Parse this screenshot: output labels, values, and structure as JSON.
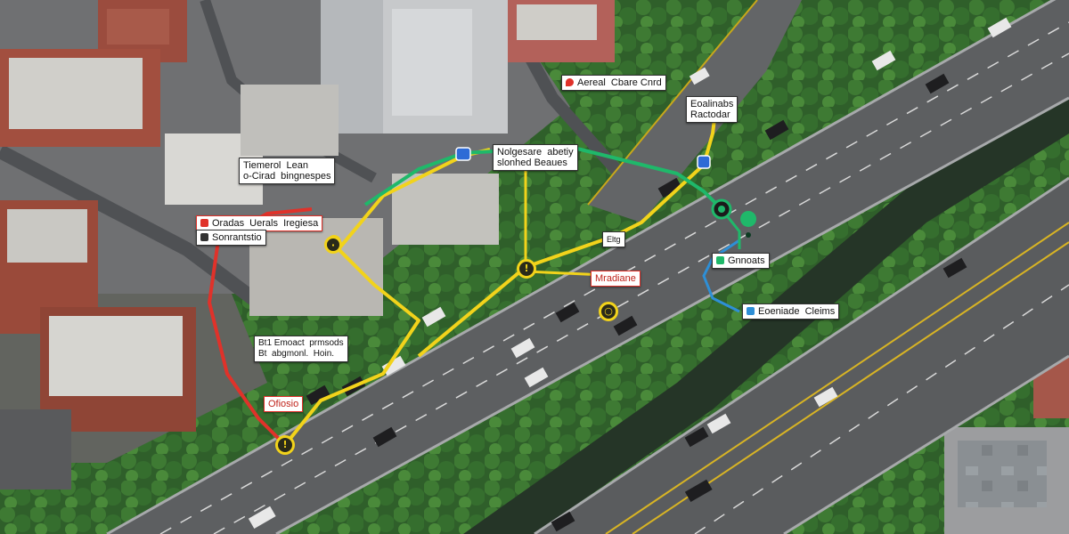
{
  "map": {
    "type": "aerial-view",
    "colors": {
      "route_yellow": "#f2d31b",
      "route_green": "#1fb86a",
      "route_red": "#e0322a",
      "route_blue": "#2e8fd6",
      "road": "#5d5f61",
      "vegetation": "#2f6a2a"
    }
  },
  "labels": {
    "top_center": "Aereal  Cbare Cnrd",
    "top_right": "Eoalinabs\nRactodar",
    "center": "Nolgesare  abetiy\nslonhed Beaues",
    "left_upper": "Tiemerol  Lean\no-Cirad  bingnespes",
    "left_red": "Oradas  Uerals  Iregiesa",
    "left_sub": "Sonrantstio",
    "center_small": "Eltg",
    "red_label": "Mradiane",
    "right_green": "Gnnoats",
    "right_lower": "Eoeniade  Cleims",
    "left_mid": "Bt1 Emoact  prmsods\nBt  abgmonl.  Hoin.",
    "bottom_red": "Ofiosio"
  },
  "icons": {
    "location_pin": "map-pin-icon",
    "highway_shield": "highway-shield-icon",
    "navigation": "navigation-marker-icon"
  }
}
